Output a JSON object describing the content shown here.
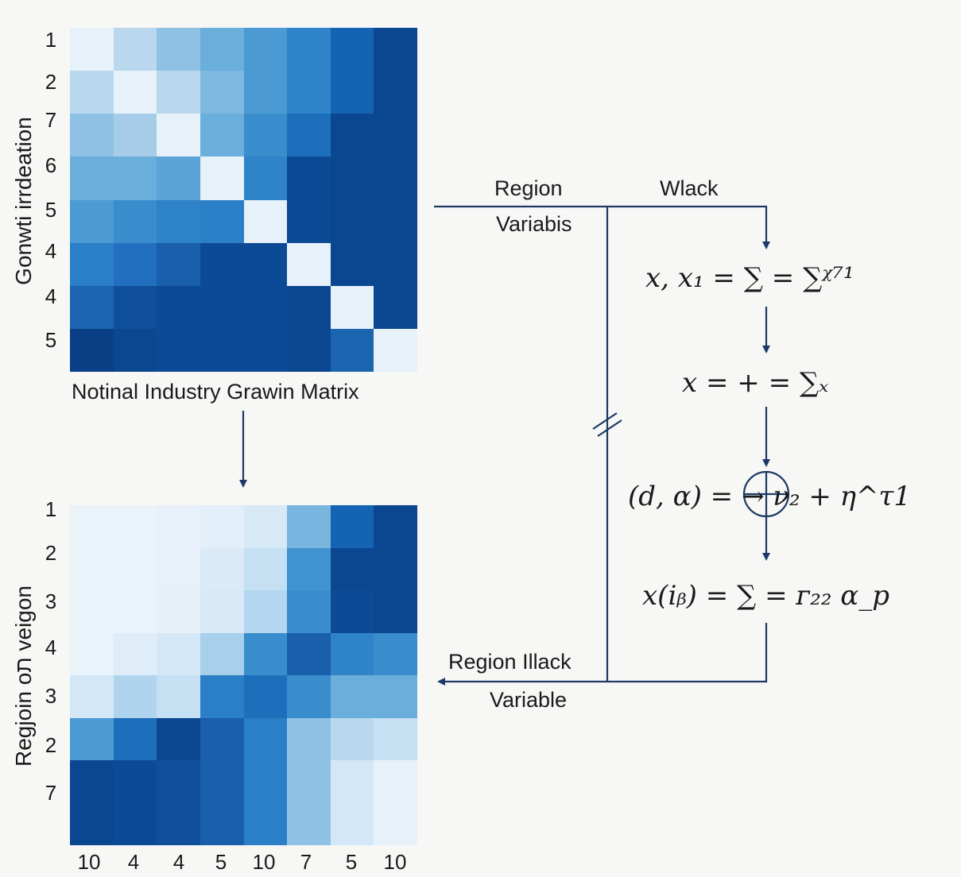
{
  "top_matrix": {
    "caption": "Notinal Industry Grawin Matrix",
    "ylabel": "Gonwti irrdeation",
    "row_ticks": [
      "1",
      "2",
      "7",
      "6",
      "5",
      "4",
      "4",
      "5"
    ],
    "colors": [
      [
        "#e6f1fa",
        "#b9d8ee",
        "#8fc1e4",
        "#6aaedc",
        "#4b9ad3",
        "#2f83c8",
        "#1563b3",
        "#0b4791"
      ],
      [
        "#b9d8ee",
        "#e6f1fa",
        "#b9d8ee",
        "#7eb8e0",
        "#4b9ad3",
        "#2f83c8",
        "#1563b3",
        "#0b4791"
      ],
      [
        "#8fc1e4",
        "#a6cce9",
        "#e6f1fa",
        "#6aaedc",
        "#3a8dcc",
        "#1d6fbc",
        "#0b4791",
        "#0b4791"
      ],
      [
        "#6aaedc",
        "#6aaedc",
        "#5aa4d7",
        "#e6f1fa",
        "#2f83c8",
        "#0d4a95",
        "#0b4791",
        "#0b4791"
      ],
      [
        "#4b9ad3",
        "#3a8dcc",
        "#2f83c8",
        "#2b7fc6",
        "#e6f1fa",
        "#0d4a95",
        "#0b4791",
        "#0b4791"
      ],
      [
        "#2b7fc6",
        "#226fc0",
        "#1a5fac",
        "#0d4a95",
        "#0d4a95",
        "#e6f1fa",
        "#0b4791",
        "#0b4791"
      ],
      [
        "#1a64b0",
        "#0f4e9a",
        "#0d4a95",
        "#0d4a95",
        "#0d4a95",
        "#0b4791",
        "#e6f1fa",
        "#0b4791"
      ],
      [
        "#0a3f85",
        "#0b4791",
        "#0d4a95",
        "#0d4a95",
        "#0d4a95",
        "#0b4791",
        "#1a64b0",
        "#e6f1fa"
      ]
    ]
  },
  "bottom_matrix": {
    "ylabel": "Regjoin oת veigon",
    "row_ticks": [
      "1",
      "2",
      "3",
      "4",
      "3",
      "2",
      "7"
    ],
    "col_ticks": [
      "10",
      "4",
      "4",
      "5",
      "10",
      "7",
      "5",
      "10"
    ],
    "colors": [
      [
        "#eaf2fa",
        "#eaf2fa",
        "#e8f1f9",
        "#e2eef8",
        "#d8e9f6",
        "#7ab5df",
        "#1563b3",
        "#0b4791"
      ],
      [
        "#eaf2fa",
        "#eaf2fa",
        "#e8f1f9",
        "#dbeaf7",
        "#c5e0f3",
        "#3f93d0",
        "#0b4791",
        "#0b4791"
      ],
      [
        "#eaf2fa",
        "#eaf2fa",
        "#e6f0f9",
        "#d7e8f6",
        "#b5d6ef",
        "#3a8dcc",
        "#0d4a95",
        "#0b4791"
      ],
      [
        "#eaf2fa",
        "#dfedf8",
        "#d4e7f6",
        "#a8d0ed",
        "#3a8dcc",
        "#1a5fac",
        "#2f83c8",
        "#3a8dcc"
      ],
      [
        "#d4e7f6",
        "#b0d4ee",
        "#c5e0f3",
        "#2b7fc6",
        "#1d6fbc",
        "#3a8dcc",
        "#6aaedc",
        "#6aaedc"
      ],
      [
        "#4b9ad3",
        "#1d6fbc",
        "#0b4791",
        "#1a5fac",
        "#2b7fc6",
        "#8fc1e4",
        "#b9d8ee",
        "#c5e0f3"
      ],
      [
        "#0b4791",
        "#0d4a95",
        "#0f4e9a",
        "#1a5fac",
        "#2b7fc6",
        "#8fc1e4",
        "#d4e7f6",
        "#e6f1fa"
      ],
      [
        "#0b4791",
        "#0d4a95",
        "#0f4e9a",
        "#1a5fac",
        "#2b7fc6",
        "#8fc1e4",
        "#d4e7f6",
        "#e6f1fa"
      ]
    ]
  },
  "flow": {
    "label_region": "Region",
    "label_wlack": "Wlack",
    "label_variabis": "Variabis",
    "label_region_illack": "Region Illack",
    "label_variable": "Variable",
    "eq1": "x, x₁ = ∑ = ∑ᵡ⁷¹",
    "eq2": "x = + = ∑ₓ",
    "eq3": "(d, α) =   → ν₂ + η^τ1",
    "eq4": "x(iᵦ) = ∑ = ᴦ₂₂ α_p",
    "line_color": "#1d3a66"
  }
}
